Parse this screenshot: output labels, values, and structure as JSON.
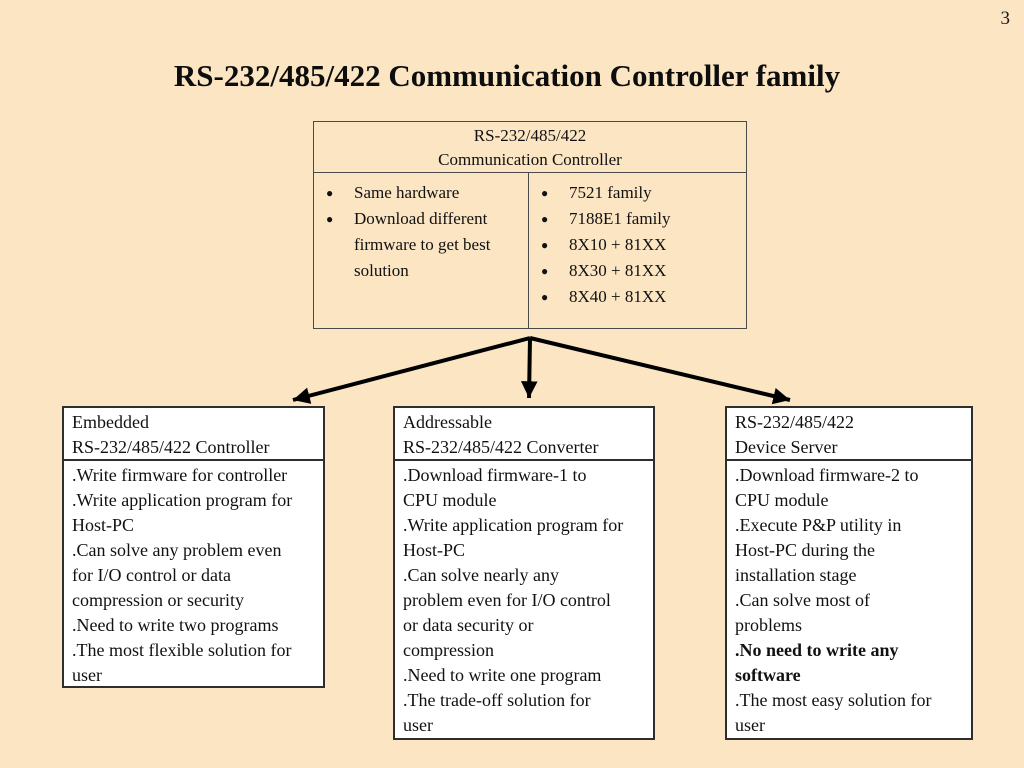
{
  "page": {
    "number": "3"
  },
  "slide": {
    "title": "RS-232/485/422 Communication Controller family",
    "background_color": "#FBE5C3",
    "box_background_color": "#FFFFFF",
    "border_color": "#2E2E2E",
    "arrow_color": "#000000",
    "bullet_glyph": "●"
  },
  "table": {
    "header_lines": [
      "RS-232/485/422",
      "Communication Controller"
    ],
    "left_cell_lines": [
      {
        "text": "Same hardware",
        "bullet": true
      },
      {
        "text": "Download different",
        "bullet": true
      },
      {
        "text": "firmware to get best",
        "bullet": false
      },
      {
        "text": "solution",
        "bullet": false
      }
    ],
    "right_cell_lines": [
      {
        "text": "7521 family",
        "bullet": true
      },
      {
        "text": "7188E1 family",
        "bullet": true
      },
      {
        "text": "8X10 + 81XX",
        "bullet": true
      },
      {
        "text": "8X30 + 81XX",
        "bullet": true
      },
      {
        "text": "8X40 + 81XX",
        "bullet": true
      }
    ]
  },
  "boxes": [
    {
      "id": "embedded-controller",
      "header_lines": [
        "Embedded",
        "RS-232/485/422 Controller"
      ],
      "body_lines": [
        {
          "text": ".Write firmware for controller"
        },
        {
          "text": ".Write application program for"
        },
        {
          "text": "Host-PC"
        },
        {
          "text": ".Can solve any problem even"
        },
        {
          "text": "for I/O control or data"
        },
        {
          "text": "compression or security"
        },
        {
          "text": ".Need to write two programs"
        },
        {
          "text": ".The most flexible solution for"
        },
        {
          "text": "user"
        }
      ]
    },
    {
      "id": "addressable-converter",
      "header_lines": [
        "Addressable",
        "RS-232/485/422 Converter"
      ],
      "body_lines": [
        {
          "text": ".Download firmware-1 to"
        },
        {
          "text": "CPU module"
        },
        {
          "text": ".Write application program for"
        },
        {
          "text": "Host-PC"
        },
        {
          "text": ".Can solve nearly any"
        },
        {
          "text": "problem even for I/O control"
        },
        {
          "text": "or data security or"
        },
        {
          "text": "compression"
        },
        {
          "text": ".Need to write one program"
        },
        {
          "text": ".The trade-off solution for"
        },
        {
          "text": "user"
        }
      ]
    },
    {
      "id": "device-server",
      "header_lines": [
        "RS-232/485/422",
        "Device Server"
      ],
      "body_lines": [
        {
          "text": ".Download firmware-2 to"
        },
        {
          "text": "CPU module"
        },
        {
          "text": ".Execute P&P utility in"
        },
        {
          "text": "Host-PC during the"
        },
        {
          "text": "installation stage"
        },
        {
          "text": ".Can solve most of"
        },
        {
          "text": "problems"
        },
        {
          "text": ".No need to write any",
          "bold": true
        },
        {
          "text": "software",
          "bold": true
        },
        {
          "text": ".The most easy solution for"
        },
        {
          "text": "user"
        }
      ]
    }
  ]
}
